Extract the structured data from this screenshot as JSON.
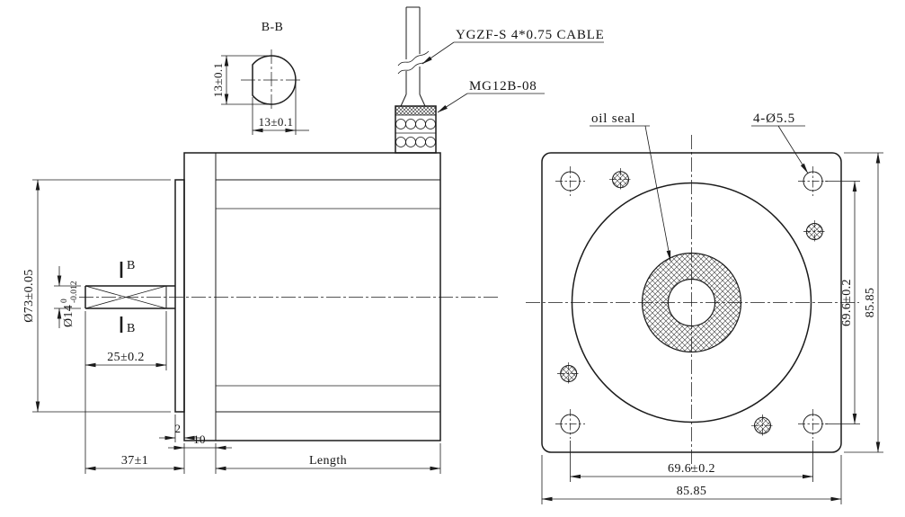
{
  "drawing": {
    "section_view": {
      "label": "B-B",
      "dim_height": "13±0.1",
      "dim_width": "13±0.1"
    },
    "side_view": {
      "dim_body_diameter": "Ø73±0.05",
      "shaft_dia": "Ø14",
      "shaft_tol_upper": "0",
      "shaft_tol_lower": "-0.012",
      "dim_flat_length": "25±0.2",
      "dim_boss_step": "2",
      "dim_flange_thickness": "10",
      "dim_shaft_extension": "37±1",
      "dim_body_length": "Length",
      "section_marker_top": "B",
      "section_marker_bottom": "B"
    },
    "cable": {
      "cable_label": "YGZF-S 4*0.75 CABLE",
      "connector_label": "MG12B-08"
    },
    "front_view": {
      "oil_seal_label": "oil seal",
      "holes_label": "4-Ø5.5",
      "dim_hole_spacing_right": "69.6±0.2",
      "dim_flange_right": "85.85",
      "dim_hole_spacing_bottom": "69.6±0.2",
      "dim_flange_bottom": "85.85"
    }
  }
}
